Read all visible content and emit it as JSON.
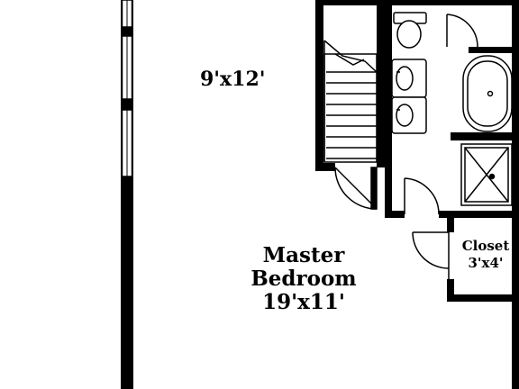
{
  "rooms": {
    "upper_room": {
      "dimensions": "9'x12'"
    },
    "master_bedroom": {
      "name": "Master",
      "name_line2": "Bedroom",
      "dimensions": "19'x11'"
    },
    "closet": {
      "name": "Closet",
      "dimensions": "3'x4'"
    }
  },
  "colors": {
    "wall": "#000000",
    "background": "#ffffff",
    "fixture_stroke": "#000000"
  },
  "fixtures": [
    "toilet-icon",
    "sink-icon",
    "sink-icon",
    "bathtub-icon",
    "shower-icon",
    "staircase",
    "door-swing"
  ]
}
